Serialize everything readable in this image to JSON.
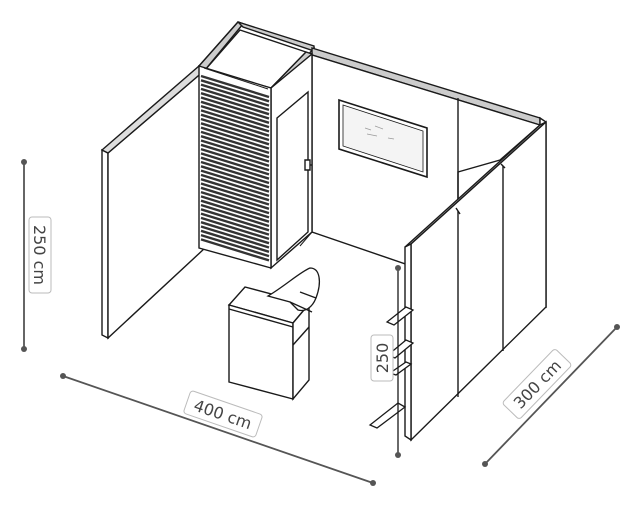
{
  "dimensions": {
    "height_label": "250 cm",
    "width_label": "400 cm",
    "depth_label": "300 cm",
    "shelf_height_label": "250"
  },
  "colors": {
    "line": "#1a1a1a",
    "dim_line": "#555555",
    "label_border": "#bbbbbb",
    "label_text": "#444444",
    "slat": "#333333"
  }
}
